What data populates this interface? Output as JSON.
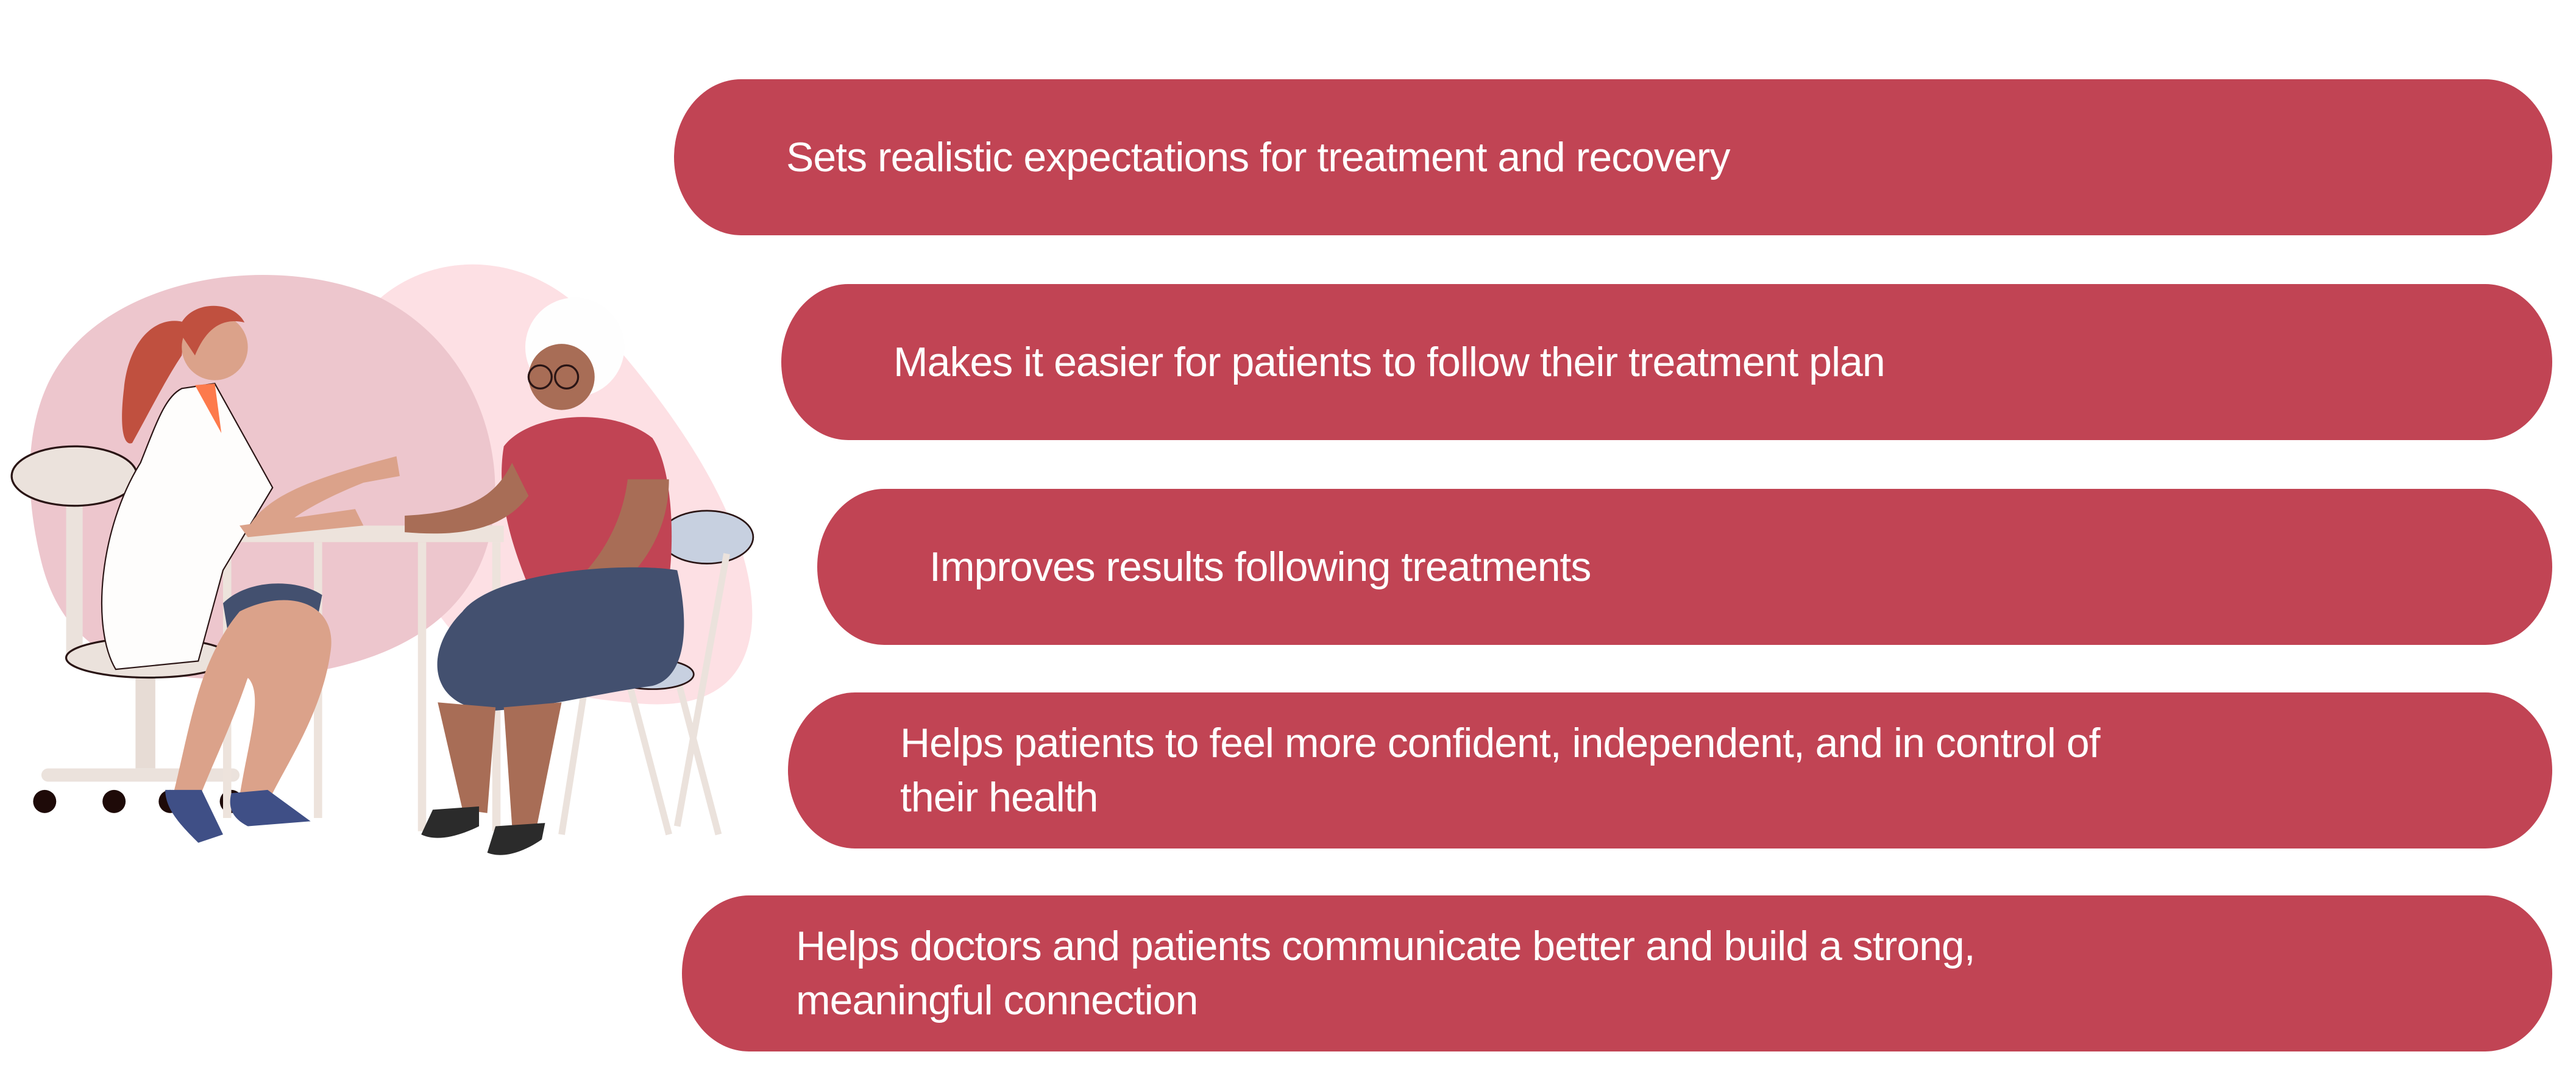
{
  "benefits": [
    {
      "lines": [
        "Sets realistic expectations for treatment and recovery"
      ]
    },
    {
      "lines": [
        "Makes it easier for patients to follow their treatment plan"
      ]
    },
    {
      "lines": [
        "Improves results following treatments"
      ]
    },
    {
      "lines": [
        "Helps patients to feel more confident, independent, and in control of",
        "their health"
      ]
    },
    {
      "lines": [
        "Helps doctors and patients communicate better and build a strong,",
        "meaningful connection"
      ]
    }
  ],
  "colors": {
    "pill": "#c14454",
    "pill_text": "#ffffff",
    "blob_left": "#edc6cd",
    "blob_right": "#fde0e4"
  }
}
